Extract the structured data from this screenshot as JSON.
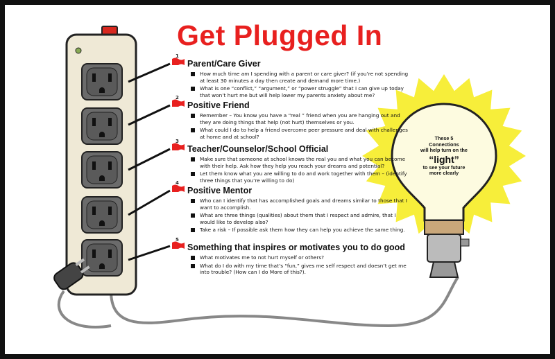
{
  "title": "Get Plugged In",
  "sections": [
    {
      "number": "1",
      "heading": "Parent/Care Giver",
      "bullets": [
        "How much time am I spending with a parent or care giver?  (if you’re not spending at least 30 minutes a day then create and demand more time.)",
        "What is one “conflict,” “argument,” or “power struggle” that I can give up today that won’t hurt me but will help lower my parents anxiety about me?"
      ]
    },
    {
      "number": "2",
      "heading": "Positive Friend",
      "bullets": [
        "Remember – You know you have a “real ” friend when you are hanging out and they are doing  things that help (not hurt) themselves or you.",
        "What could I do to help a friend overcome peer pressure and deal with challenges at home  and at school?"
      ]
    },
    {
      "number": "3",
      "heading": "Teacher/Counselor/School Official",
      "bullets": [
        "Make sure that someone at school knows the real you and what you can become with their help.  Ask how they help you reach your dreams and potential?",
        "Let them know what you are willing to do and work together with them – (identify three things that  you’re willing to do)"
      ]
    },
    {
      "number": "4",
      "heading": "Positive Mentor",
      "bullets": [
        "Who can I identify that has accomplished goals and dreams similar to those that I want to accomplish.",
        "What are three things (qualities) about them that I respect and admire, that I would like to develop also?",
        "Take a risk – If possible ask them how they can help you achieve the same thing."
      ]
    },
    {
      "number": "5",
      "heading": "Something that inspires or motivates you to do good",
      "bullets": [
        "What motivates me to not hurt myself or others?",
        "What do I do with my time that’s “fun,” gives  me self respect and doesn’t get me into trouble? (How can I do More of this?)."
      ]
    }
  ],
  "bulb": {
    "line1": "These 5",
    "line2": "Connections",
    "line3": "will help turn on the",
    "highlight": "“light”",
    "line4": "to see your future",
    "line5": "more clearly"
  },
  "colors": {
    "title": "#e8201f",
    "flag": "#e8201f",
    "strip": "#efe9d6",
    "glow": "#f7ee3a"
  }
}
